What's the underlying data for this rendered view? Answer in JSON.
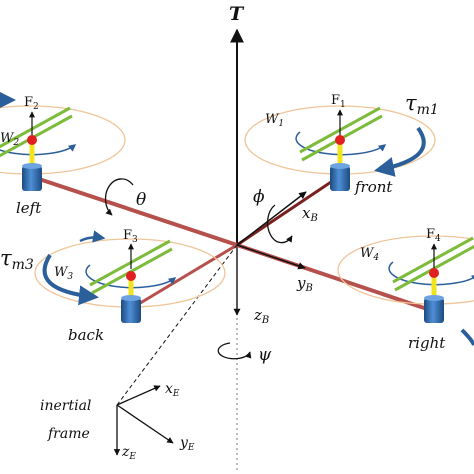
{
  "labels": {
    "thrust": "T",
    "rotors": [
      {
        "position": "front",
        "force": "F",
        "force_sub": "1",
        "speed": "W",
        "speed_sub": "1"
      },
      {
        "position": "left",
        "force": "F",
        "force_sub": "2",
        "speed": "W",
        "speed_sub": "2"
      },
      {
        "position": "back",
        "force": "F",
        "force_sub": "3",
        "speed": "W",
        "speed_sub": "3"
      },
      {
        "position": "right",
        "force": "F",
        "force_sub": "4",
        "speed": "W",
        "speed_sub": "4"
      }
    ],
    "torques": [
      {
        "symbol": "τ",
        "sub": "m1"
      },
      {
        "symbol": "τ",
        "sub": "m3"
      }
    ],
    "angles": {
      "roll": "ϕ",
      "pitch": "θ",
      "yaw": "ψ"
    },
    "body_axes": {
      "x": "x",
      "x_sub": "B",
      "y": "y",
      "y_sub": "B",
      "z": "z",
      "z_sub": "B"
    },
    "inertial_frame": {
      "line1": "inertial",
      "line2": "frame",
      "x": "x",
      "x_sub": "E",
      "y": "y",
      "y_sub": "E",
      "z": "z",
      "z_sub": "E"
    }
  },
  "colors": {
    "arm": "#b5504c",
    "arm_dark": "#7a2020",
    "motor": "#2f6db3",
    "motor_dark": "#1c4a80",
    "hub": "#e02020",
    "mast": "#f2e41c",
    "blade": "#7dbb3b",
    "disc_ring": "#f0c59a",
    "spin_arrow": "#2b5f9a",
    "axis": "#111111"
  }
}
